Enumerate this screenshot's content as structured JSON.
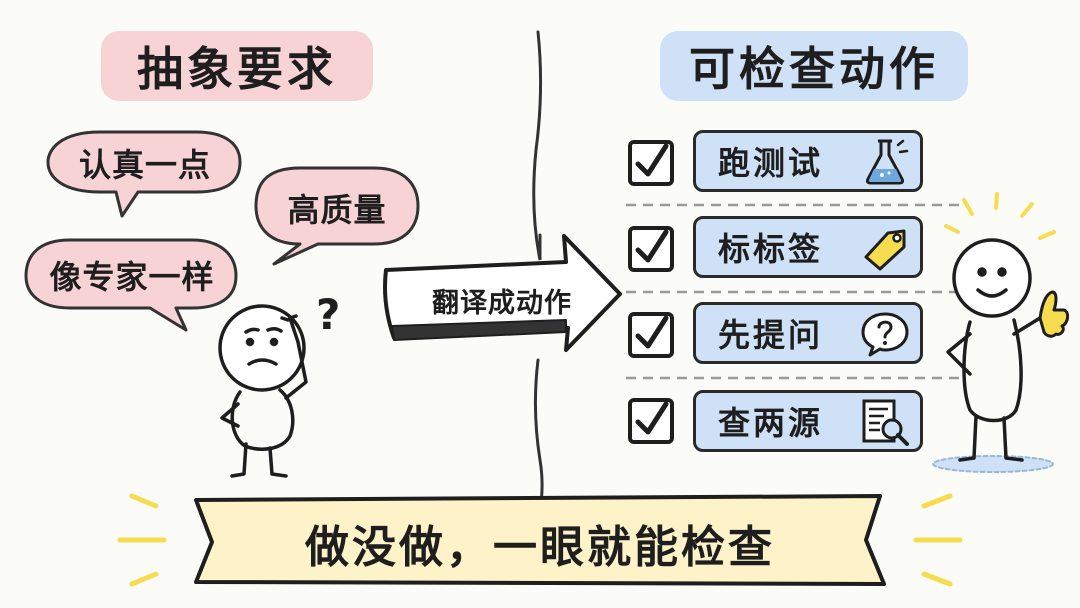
{
  "left_title": "抽象要求",
  "right_title": "可检查动作",
  "bubbles": [
    "认真一点",
    "高质量",
    "像专家一样"
  ],
  "arrow_label": "翻译成动作",
  "confused_mark": "?",
  "actions": [
    {
      "label": "跑测试",
      "icon": "flask-icon"
    },
    {
      "label": "标标签",
      "icon": "tag-icon"
    },
    {
      "label": "先提问",
      "icon": "question-bubble-icon"
    },
    {
      "label": "查两源",
      "icon": "magnifier-document-icon"
    }
  ],
  "banner": "做没做，一眼就能检查",
  "colors": {
    "pink": "#f8d3d6",
    "blue": "#cfe1f6",
    "yellow": "#fdf2c8",
    "accent_yellow": "#f6dc4f",
    "ink": "#1e1e1e"
  }
}
